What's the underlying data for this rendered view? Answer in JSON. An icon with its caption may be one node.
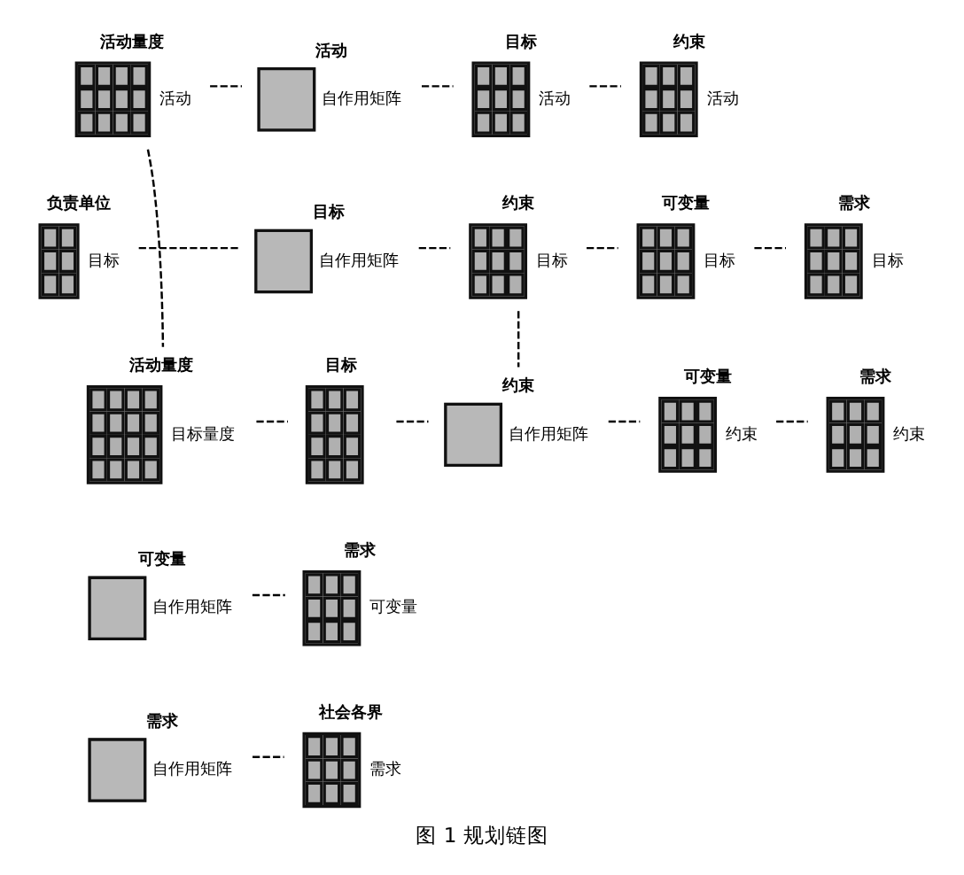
{
  "diagram": {
    "caption": "图 1 规划链图",
    "nodes": [
      {
        "text": [
          "活动量度",
          "活动"
        ]
      },
      {
        "text": [
          "活动",
          "自作用矩阵"
        ]
      },
      {
        "text": [
          "目标",
          "活动"
        ]
      },
      {
        "text": [
          "约束",
          "活动"
        ]
      },
      {
        "text": [
          "负责单位",
          "目标"
        ]
      },
      {
        "text": [
          "目标",
          "自作用矩阵"
        ]
      },
      {
        "text": [
          "约束",
          "目标"
        ]
      },
      {
        "text": [
          "可变量",
          "目标"
        ]
      },
      {
        "text": [
          "需求",
          "目标"
        ]
      },
      {
        "text": [
          "活动量度",
          "目标量度"
        ]
      },
      {
        "text": [
          "目标"
        ]
      },
      {
        "text": [
          "约束",
          "自作用矩阵"
        ]
      },
      {
        "text": [
          "可变量",
          "约束"
        ]
      },
      {
        "text": [
          "需求",
          "约束"
        ]
      },
      {
        "text": [
          "可变量",
          "自作用矩阵"
        ]
      },
      {
        "text": [
          "需求",
          "可变量"
        ]
      },
      {
        "text": [
          "需求",
          "自作用矩阵"
        ]
      },
      {
        "text": [
          "社会各界",
          "需求"
        ]
      }
    ],
    "edges": [
      {
        "from": 0,
        "to": 1,
        "arrow": "none",
        "style": "dashed"
      },
      {
        "from": 1,
        "to": 2,
        "arrow": "none",
        "style": "dashed"
      },
      {
        "from": 2,
        "to": 3,
        "arrow": "none",
        "style": "dashed"
      },
      {
        "from": 0,
        "to": 9,
        "arrow": "none",
        "style": "dashed"
      },
      {
        "from": 4,
        "to": 5,
        "arrow": "none",
        "style": "dashed"
      },
      {
        "from": 5,
        "to": 6,
        "arrow": "none",
        "style": "dashed"
      },
      {
        "from": 6,
        "to": 7,
        "arrow": "none",
        "style": "dashed"
      },
      {
        "from": 7,
        "to": 8,
        "arrow": "none",
        "style": "dashed"
      },
      {
        "from": 6,
        "to": 11,
        "arrow": "none",
        "style": "dashed"
      },
      {
        "from": 9,
        "to": 10,
        "arrow": "none",
        "style": "dashed"
      },
      {
        "from": 10,
        "to": 11,
        "arrow": "none",
        "style": "dashed"
      },
      {
        "from": 11,
        "to": 12,
        "arrow": "none",
        "style": "dashed"
      },
      {
        "from": 12,
        "to": 13,
        "arrow": "none",
        "style": "dashed"
      },
      {
        "from": 14,
        "to": 15,
        "arrow": "none",
        "style": "dashed"
      },
      {
        "from": 16,
        "to": 17,
        "arrow": "none",
        "style": "dashed"
      }
    ]
  }
}
